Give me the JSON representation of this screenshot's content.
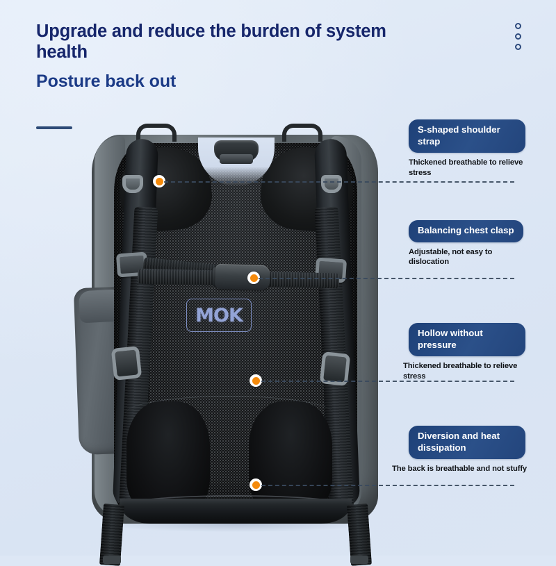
{
  "header": {
    "title": "Upgrade and reduce the burden of system health",
    "subtitle": "Posture back out",
    "menu_icon": "three-dots-icon",
    "accent_color": "#2d4a77",
    "title_color": "#16266b"
  },
  "theme": {
    "background": "#dde7f5",
    "pill_color": "#23457c",
    "marker_color": "#f58a0b",
    "dash_color": "#3a4a5e"
  },
  "product": {
    "brand_logo": "MOK",
    "alt": "backpack-back-view"
  },
  "callouts": [
    {
      "id": "shoulder-strap",
      "title": "S-shaped shoulder strap",
      "description": "Thickened breathable to relieve stress"
    },
    {
      "id": "chest-clasp",
      "title": "Balancing chest clasp",
      "description": "Adjustable, not easy to dislocation"
    },
    {
      "id": "hollow-pressure",
      "title": "Hollow without pressure",
      "description": "Thickened breathable to relieve stress"
    },
    {
      "id": "heat-dissipation",
      "title": "Diversion and heat dissipation",
      "description": "The back is breathable and not stuffy"
    }
  ]
}
